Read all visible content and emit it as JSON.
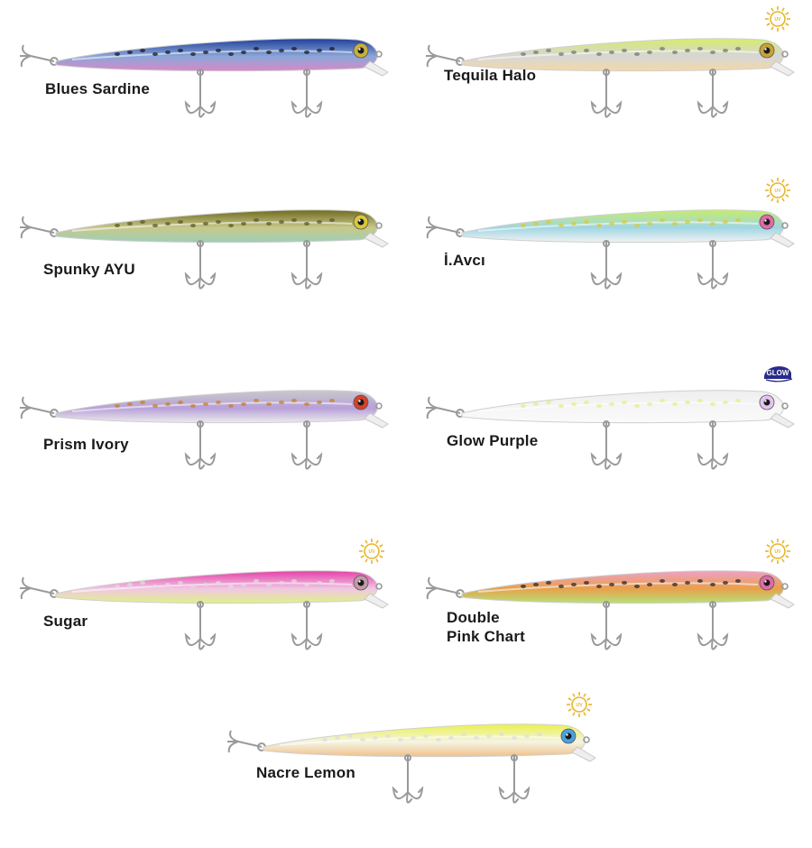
{
  "lures": [
    {
      "name": "Blues Sardine",
      "badge": "none",
      "colors": {
        "top": "#1f3f9a",
        "mid": "#8aa6d8",
        "belly": "#d889c8",
        "eye": "#c9b13a",
        "spots": "#1a1a2a"
      }
    },
    {
      "name": "Tequila Halo",
      "badge": "uv-sun",
      "colors": {
        "top": "#d7ec6a",
        "mid": "#d6d6d6",
        "belly": "#f4d9a6",
        "eye": "#c9a23a",
        "spots": "#777777"
      }
    },
    {
      "name": "Spunky AYU",
      "badge": "none",
      "colors": {
        "top": "#6e6a1f",
        "mid": "#c8c88a",
        "belly": "#9ccfb8",
        "eye": "#d9c83a",
        "spots": "#5a5a2a"
      }
    },
    {
      "name": "İ.Avcı",
      "badge": "uv-sun",
      "colors": {
        "top": "#c6ec6a",
        "mid": "#9fd6e4",
        "belly": "#f2f2f2",
        "eye": "#e06aa8",
        "spots": "#d9c83a"
      }
    },
    {
      "name": "Prism Ivory",
      "badge": "none",
      "colors": {
        "top": "#c9c9c9",
        "mid": "#b8a0d8",
        "belly": "#ececec",
        "eye": "#d8402a",
        "spots": "#c6802a"
      }
    },
    {
      "name": "Glow Purple",
      "badge": "glow",
      "colors": {
        "top": "#eeeeee",
        "mid": "#f6f6f6",
        "belly": "#fafafa",
        "eye": "#e6c4f0",
        "spots": "#e8ec8a"
      }
    },
    {
      "name": "Sugar",
      "badge": "uv-sun",
      "colors": {
        "top": "#e43fa6",
        "mid": "#f0c6e4",
        "belly": "#e0f28a",
        "eye": "#c49aa8",
        "spots": "#dddddd"
      }
    },
    {
      "name": "Double\nPink Chart",
      "badge": "uv-sun",
      "colors": {
        "top": "#f0a0c8",
        "mid": "#e8a04a",
        "belly": "#b8e07a",
        "eye": "#e06aa8",
        "spots": "#2a2a2a"
      }
    },
    {
      "name": "Nacre Lemon",
      "badge": "uv-sun",
      "colors": {
        "top": "#eaf24a",
        "mid": "#f4f4e4",
        "belly": "#f0c08a",
        "eye": "#4aa0e0",
        "spots": "#dddddd"
      }
    }
  ],
  "badges": {
    "glow_text": "GLOW",
    "uv_text": "UV"
  }
}
